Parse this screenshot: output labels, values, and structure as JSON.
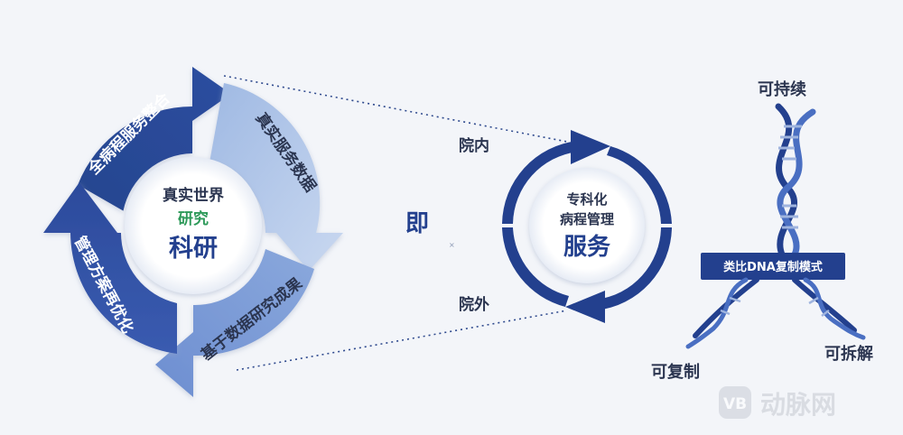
{
  "left_cycle": {
    "center_line1": "真实世界",
    "center_line2": "研究",
    "center_line3": "科研",
    "arrow_top": "全病程服务整合",
    "arrow_right": "真实服务数据",
    "arrow_bottom": "基于数据研究成果",
    "arrow_left": "管理方案再优化"
  },
  "connector_label": "即",
  "right_cycle": {
    "inner_label": "院内",
    "outer_label": "院外",
    "center_line1": "专科化",
    "center_line2": "病程管理",
    "center_line3": "服务"
  },
  "dna": {
    "top_label": "可持续",
    "banner": "类比DNA复制模式",
    "left_label": "可复制",
    "right_label": "可拆解"
  },
  "watermark": {
    "logo_text": "VB",
    "brand": "动脉网"
  },
  "colors": {
    "navy": "#23408e",
    "mid_blue": "#5578c3",
    "light_blue": "#b4c9ea",
    "green": "#2e9a5a",
    "text": "#2b3550"
  }
}
